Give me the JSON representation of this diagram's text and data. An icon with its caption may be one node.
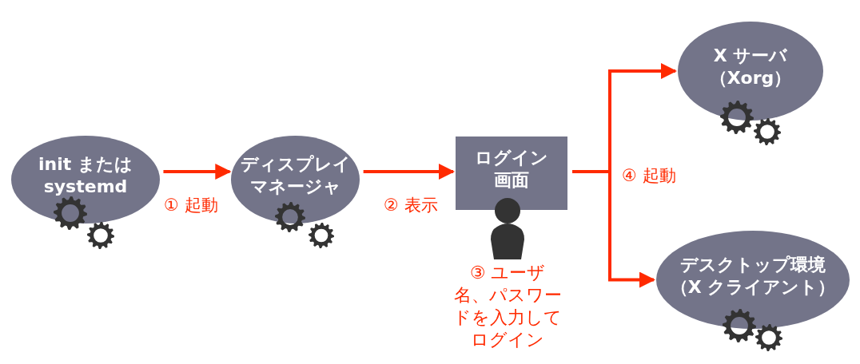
{
  "diagram": {
    "nodes": [
      {
        "text": [
          "init または systemd"
        ]
      },
      {
        "text": [
          "ディスプレイマネージャ"
        ]
      },
      {
        "text": [
          "ログイン画面"
        ]
      },
      {
        "text": [
          "X サーバ（Xorg）"
        ]
      },
      {
        "text": [
          "デスクトップ環境（X クライアント）"
        ]
      }
    ],
    "edges": [
      {
        "from": 0,
        "to": 1,
        "arrow": "to",
        "label": "① 起動"
      },
      {
        "from": 1,
        "to": 2,
        "arrow": "to",
        "label": "② 表示"
      },
      {
        "from": 2,
        "to": 3,
        "arrow": "to",
        "label": "④ 起動"
      },
      {
        "from": 2,
        "to": 4,
        "arrow": "to"
      }
    ],
    "labels": [
      "③ ユーザ名、パスワードを入力してログイン"
    ]
  }
}
